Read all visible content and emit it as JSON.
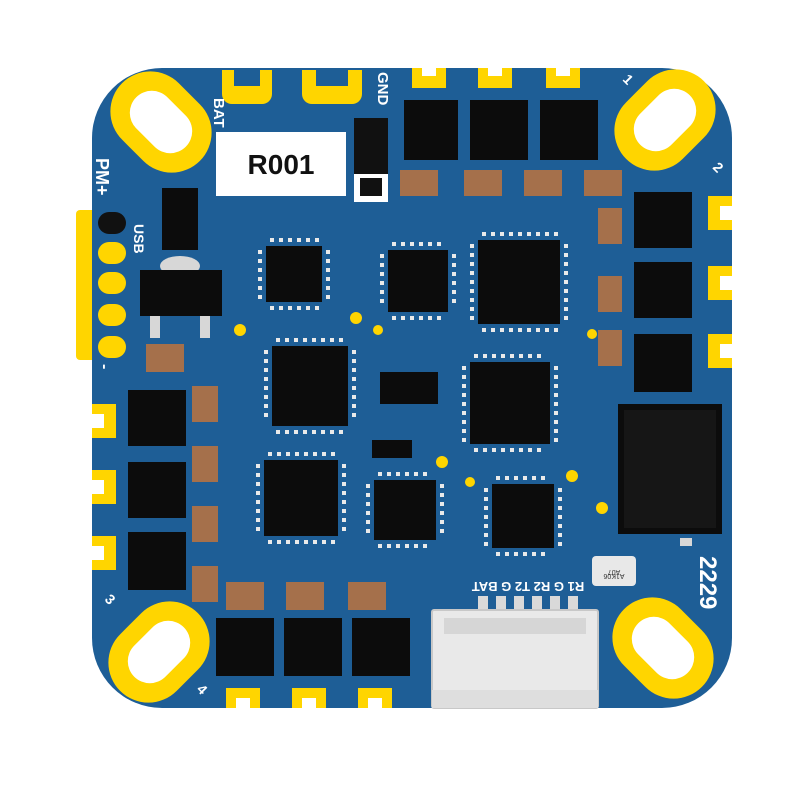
{
  "board": {
    "label_box": "R001",
    "bat_label": "BAT",
    "gnd_label": "GND",
    "pm_label": "PM+",
    "usb_label": "USB",
    "minus_label": "-",
    "motor_labels": [
      "1",
      "2",
      "3",
      "4"
    ],
    "model_number": "2229",
    "connector_label": "R1 G R2 T2 G BAT",
    "small_chip_text": [
      "A1K06",
      "A07"
    ]
  },
  "colors": {
    "pcb": "#1e5e96",
    "pad": "#ffd500",
    "chip": "#0c0c0c",
    "capacitor": "#a5704b",
    "connector": "#eeeeee"
  }
}
